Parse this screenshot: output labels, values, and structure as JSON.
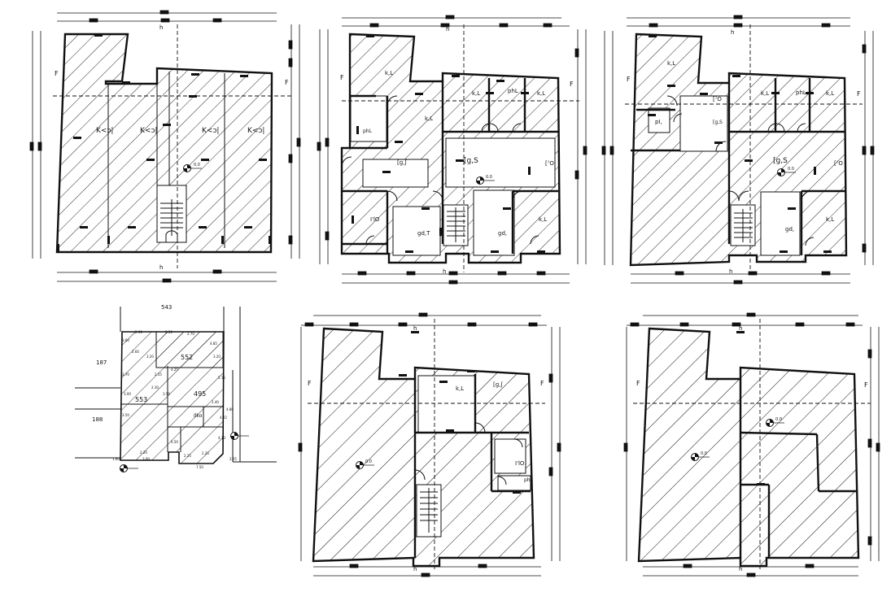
{
  "sheet": {
    "background": "#ffffff",
    "ink": "#111111"
  },
  "plans": [
    {
      "id": "plan-1",
      "room_labels": [
        "K<ɔ|",
        "K<ɔ|",
        "K<ɔ|",
        "K<ɔ|"
      ],
      "markers": {
        "section_left": "F",
        "section_right": "F",
        "axis_top": "h",
        "axis_bottom": "h"
      },
      "level": "0.0"
    },
    {
      "id": "plan-2",
      "room_labels": [
        "k,L",
        "k,L",
        "k,L",
        "phL",
        "k,L",
        "phL",
        "[ɡ,ʃ",
        "[ɡ,S",
        "[ˀO",
        "I'lO",
        "ɡd,T",
        "ɡd,",
        "k,L"
      ],
      "markers": {
        "section_left": "F",
        "section_right": "F",
        "axis_top": "h",
        "axis_bottom": "h"
      },
      "level": "0.0"
    },
    {
      "id": "plan-3",
      "room_labels": [
        "k,L",
        "[ˀO",
        "k,L",
        "phL",
        "k,L",
        "pI,",
        "[ɡ,S",
        "[ɡ,S",
        "[ˀO",
        "ɡd,",
        "k,L"
      ],
      "markers": {
        "section_left": "F",
        "section_right": "F",
        "axis_top": "h",
        "axis_bottom": "h"
      },
      "level": "0.0"
    },
    {
      "id": "site-plan",
      "neighbours": {
        "top": "543",
        "left_upper": "187",
        "left_lower": "188"
      },
      "lot_numbers": [
        "552",
        "553",
        "495"
      ],
      "room_labels": [
        "Ilko"
      ],
      "dimensions": [
        "2.90",
        "3.50",
        "2.70",
        "3.60",
        "4.85",
        "2.60",
        "3.20",
        "4.25",
        "3.20",
        "2.55",
        "3.70",
        "2.30",
        "3.00",
        "5.15",
        "3.50",
        "2.40",
        "3.50",
        "7.50",
        "2.25",
        "2.25",
        "4.10",
        "2.20",
        "0.50",
        "3.00",
        "1.60",
        "4.80",
        "4.22",
        "2.55"
      ]
    },
    {
      "id": "plan-5",
      "room_labels": [
        "k,L",
        "[ɡ,ʃ",
        "I'lO",
        "phL"
      ],
      "markers": {
        "section_left": "F",
        "section_right": "F",
        "axis_top": "h",
        "axis_bottom": "h"
      },
      "level": "0.0"
    },
    {
      "id": "plan-6",
      "room_labels": [],
      "markers": {
        "section_left": "F",
        "section_right": "F",
        "axis_top": "h",
        "axis_bottom": "h"
      },
      "levels": [
        "0.0",
        "0.0"
      ]
    }
  ]
}
